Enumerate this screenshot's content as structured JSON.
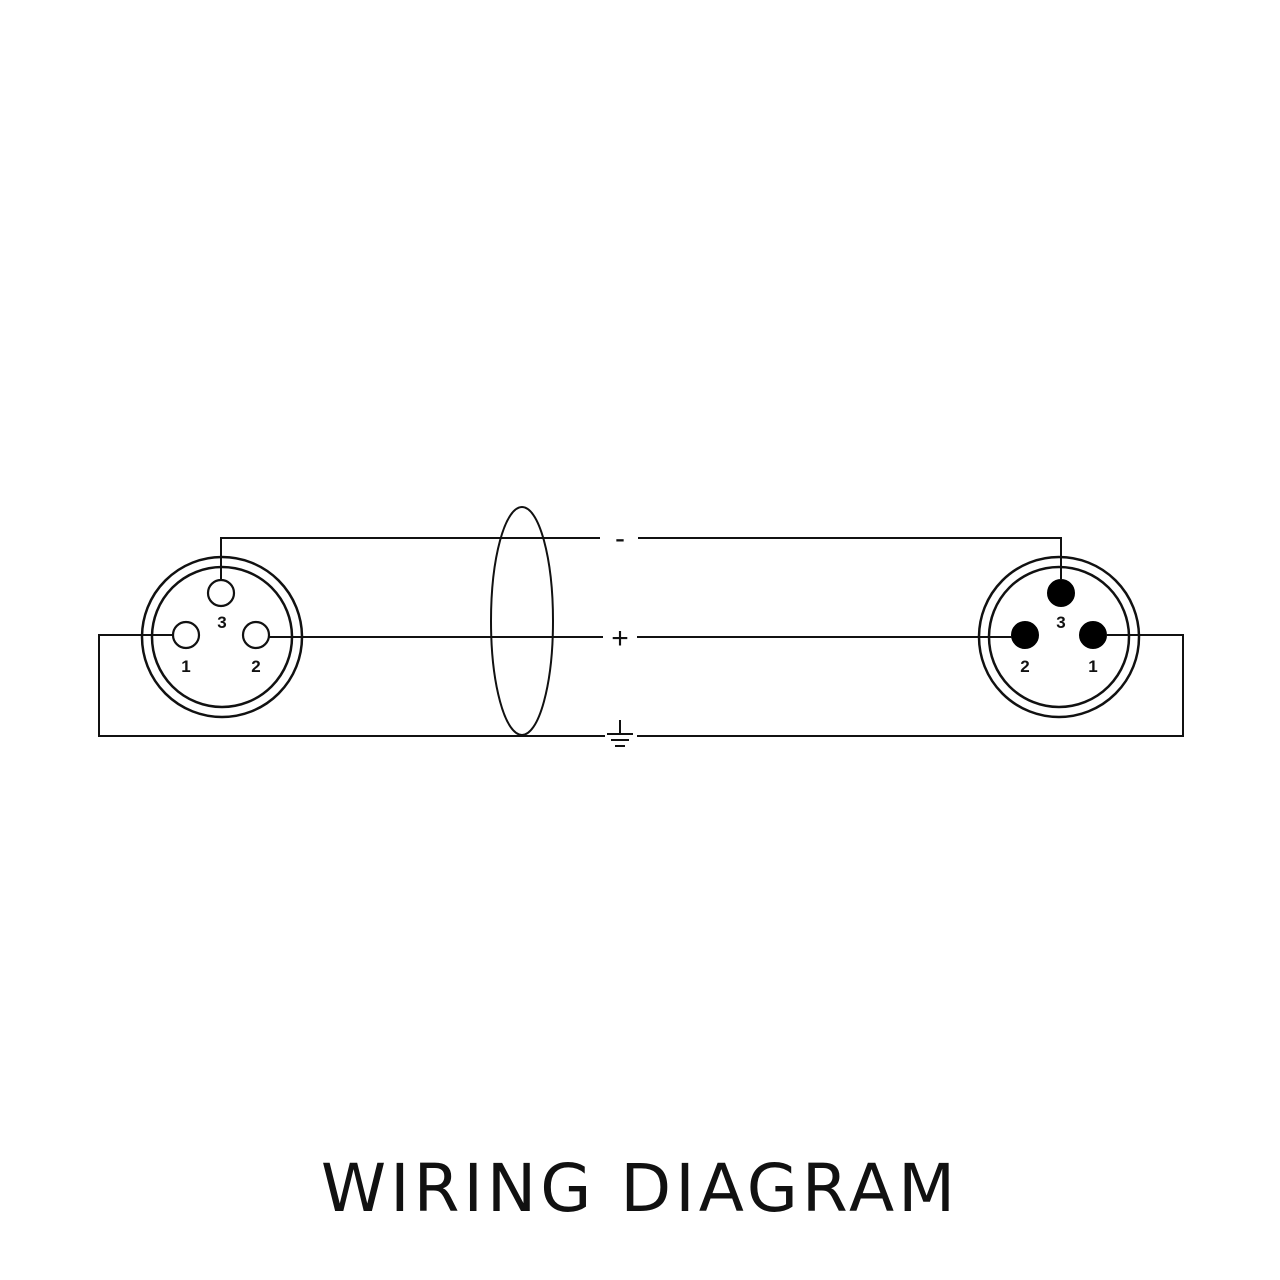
{
  "title": "WIRING DIAGRAM",
  "signals": {
    "minus": "-",
    "plus": "+",
    "ground": "⏚"
  },
  "female_connector": {
    "pin_1": "1",
    "pin_2": "2",
    "pin_3": "3"
  },
  "male_connector": {
    "pin_1": "1",
    "pin_2": "2",
    "pin_3": "3"
  },
  "colors": {
    "line": "#111111",
    "background": "#ffffff"
  }
}
